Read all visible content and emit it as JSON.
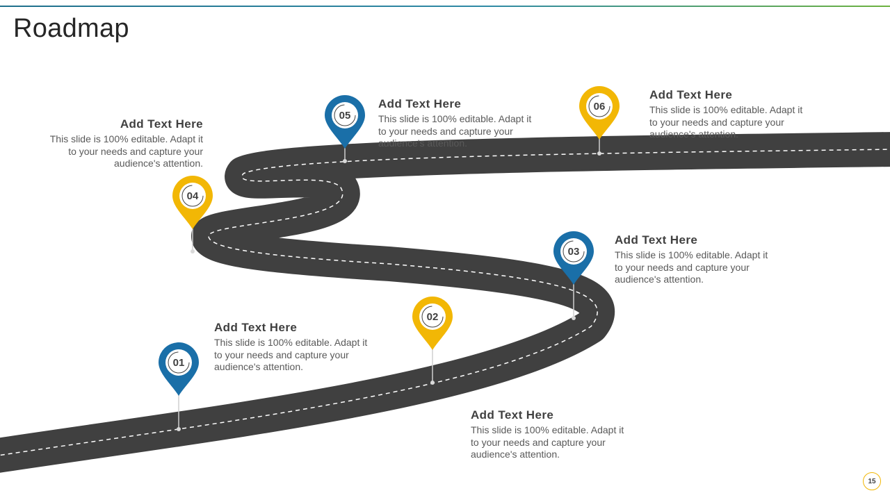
{
  "slide": {
    "title": "Roadmap",
    "page_number": "15"
  },
  "colors": {
    "road": "#404040",
    "blue_pin": "#1a6fa8",
    "yellow_pin": "#f2b705",
    "accent_line": "#2f8aa5"
  },
  "milestones": [
    {
      "number": "01",
      "pin_color": "blue",
      "heading": "Add Text Here",
      "body": "This slide is 100% editable. Adapt it to your needs and capture your audience's attention."
    },
    {
      "number": "02",
      "pin_color": "yellow",
      "heading": "Add Text Here",
      "body": "This slide is 100% editable. Adapt it to your needs and capture your audience's attention."
    },
    {
      "number": "03",
      "pin_color": "blue",
      "heading": "Add Text Here",
      "body": "This slide is 100% editable. Adapt it to your needs and capture your audience's attention."
    },
    {
      "number": "04",
      "pin_color": "yellow",
      "heading": "Add Text Here",
      "body": "This slide is 100% editable. Adapt it to your needs and capture your audience's attention."
    },
    {
      "number": "05",
      "pin_color": "blue",
      "heading": "Add Text Here",
      "body": "This slide is 100% editable. Adapt it to your needs and capture your audience's attention."
    },
    {
      "number": "06",
      "pin_color": "yellow",
      "heading": "Add Text Here",
      "body": "This slide is 100% editable. Adapt it to your needs and capture your audience's attention."
    }
  ]
}
